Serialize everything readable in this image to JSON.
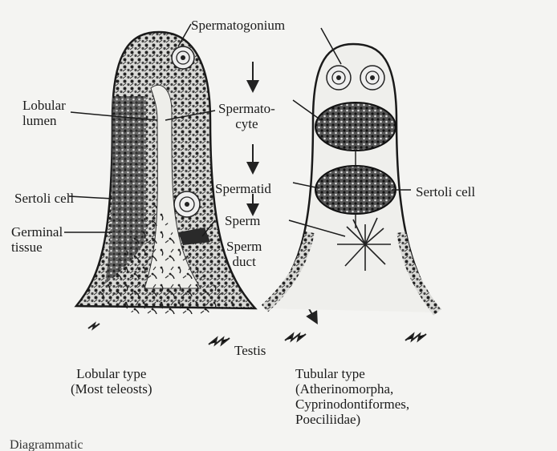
{
  "labels": {
    "spermatogonium": "Spermatogonium",
    "lobular_lumen": "Lobular\nlumen",
    "spermatocyte": "Spermato-\ncyte",
    "spermatid": "Spermatid",
    "sertoli_cell_left": "Sertoli cell",
    "sertoli_cell_right": "Sertoli cell",
    "germinal_tissue": "Germinal\ntissue",
    "sperm": "Sperm",
    "sperm_duct": "Sperm\nduct",
    "testis": "Testis",
    "lobular_type": "Lobular type\n(Most teleosts)",
    "tubular_type": "Tubular type\n(Atherinomorpha,\nCyprinodontiformes,\nPoeciliidae)"
  },
  "caption": "Diagrammatic"
}
